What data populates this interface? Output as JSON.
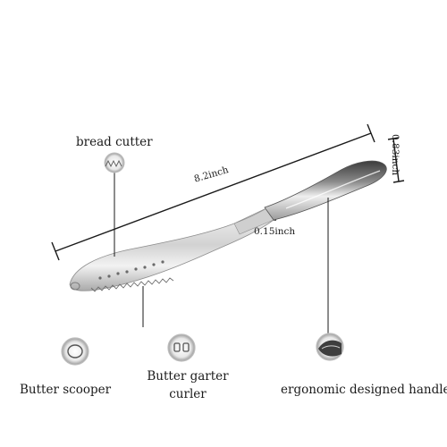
{
  "labels": {
    "bread_cutter": "bread cutter",
    "butter_scooper": "Butter scooper",
    "butter_garter_curler": "Butter garter curler",
    "ergonomic_handle": "ergonomic designed handle"
  },
  "dimensions": {
    "length": "8.2inch",
    "thickness": "0.15inch",
    "width": "0.83inch"
  },
  "colors": {
    "line": "#1a1a1a",
    "steel_light": "#e9e9e9",
    "steel_mid": "#b9b9b9",
    "steel_dark": "#4a4a4a"
  },
  "icons": {
    "knife": "butter-knife-icon",
    "detail_scooper": "scooper-detail-icon",
    "detail_curler": "curler-detail-icon",
    "detail_handle": "handle-detail-icon"
  }
}
